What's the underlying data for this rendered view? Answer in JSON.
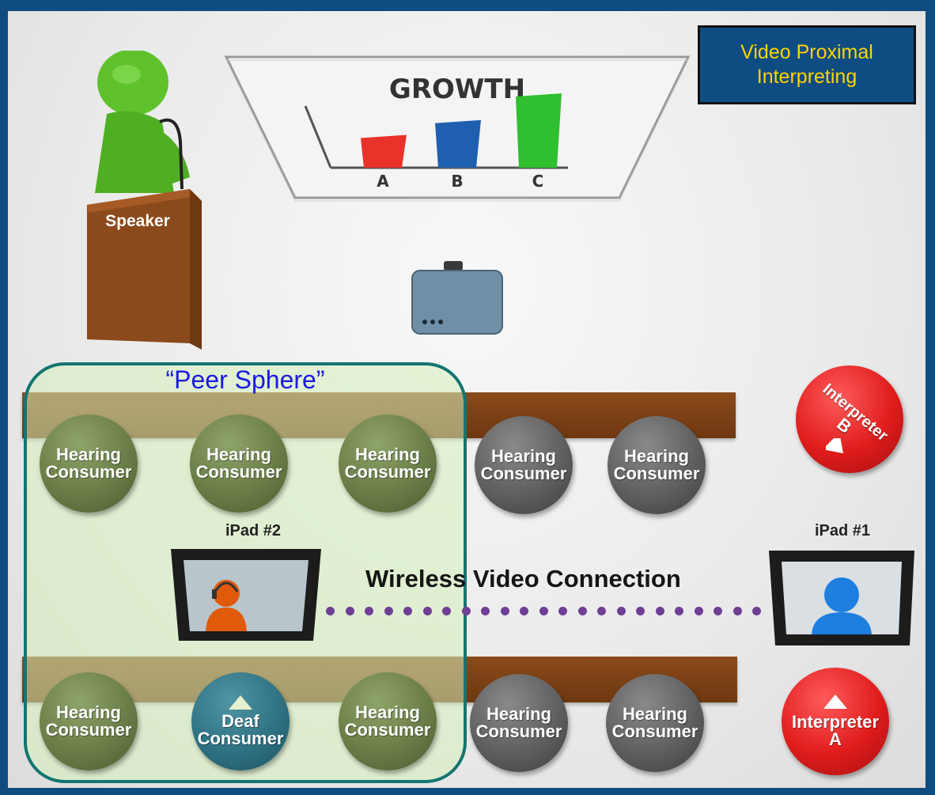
{
  "title": "Video Proximal Interpreting",
  "speaker": {
    "label": "Speaker"
  },
  "screen": {
    "title": "GROWTH",
    "bars": [
      {
        "label": "A",
        "value": 1,
        "color": "#e8322a"
      },
      {
        "label": "B",
        "value": 1.5,
        "color": "#1f5fb0"
      },
      {
        "label": "C",
        "value": 2.4,
        "color": "#2fbf2f"
      }
    ]
  },
  "peer_sphere": {
    "label": "“Peer Sphere”"
  },
  "seats_top": [
    {
      "line1": "Hearing",
      "line2": "Consumer",
      "style": "green"
    },
    {
      "line1": "Hearing",
      "line2": "Consumer",
      "style": "green"
    },
    {
      "line1": "Hearing",
      "line2": "Consumer",
      "style": "green"
    },
    {
      "line1": "Hearing",
      "line2": "Consumer",
      "style": "gray"
    },
    {
      "line1": "Hearing",
      "line2": "Consumer",
      "style": "gray"
    }
  ],
  "seats_bottom": [
    {
      "line1": "Hearing",
      "line2": "Consumer",
      "style": "green"
    },
    {
      "line1": "Deaf",
      "line2": "Consumer",
      "style": "teal"
    },
    {
      "line1": "Hearing",
      "line2": "Consumer",
      "style": "green"
    },
    {
      "line1": "Hearing",
      "line2": "Consumer",
      "style": "gray"
    },
    {
      "line1": "Hearing",
      "line2": "Consumer",
      "style": "gray"
    }
  ],
  "interpreter_b": {
    "line1": "Interpreter",
    "line2": "B"
  },
  "interpreter_a": {
    "line1": "Interpreter",
    "line2": "A"
  },
  "ipad2": {
    "label": "iPad #2"
  },
  "ipad1": {
    "label": "iPad #1"
  },
  "connection": {
    "label": "Wireless Video Connection"
  },
  "colors": {
    "background_frame": "#0f4c81",
    "title_text": "#ffd400",
    "peer_border": "#137570",
    "dots": "#6f3f95"
  }
}
